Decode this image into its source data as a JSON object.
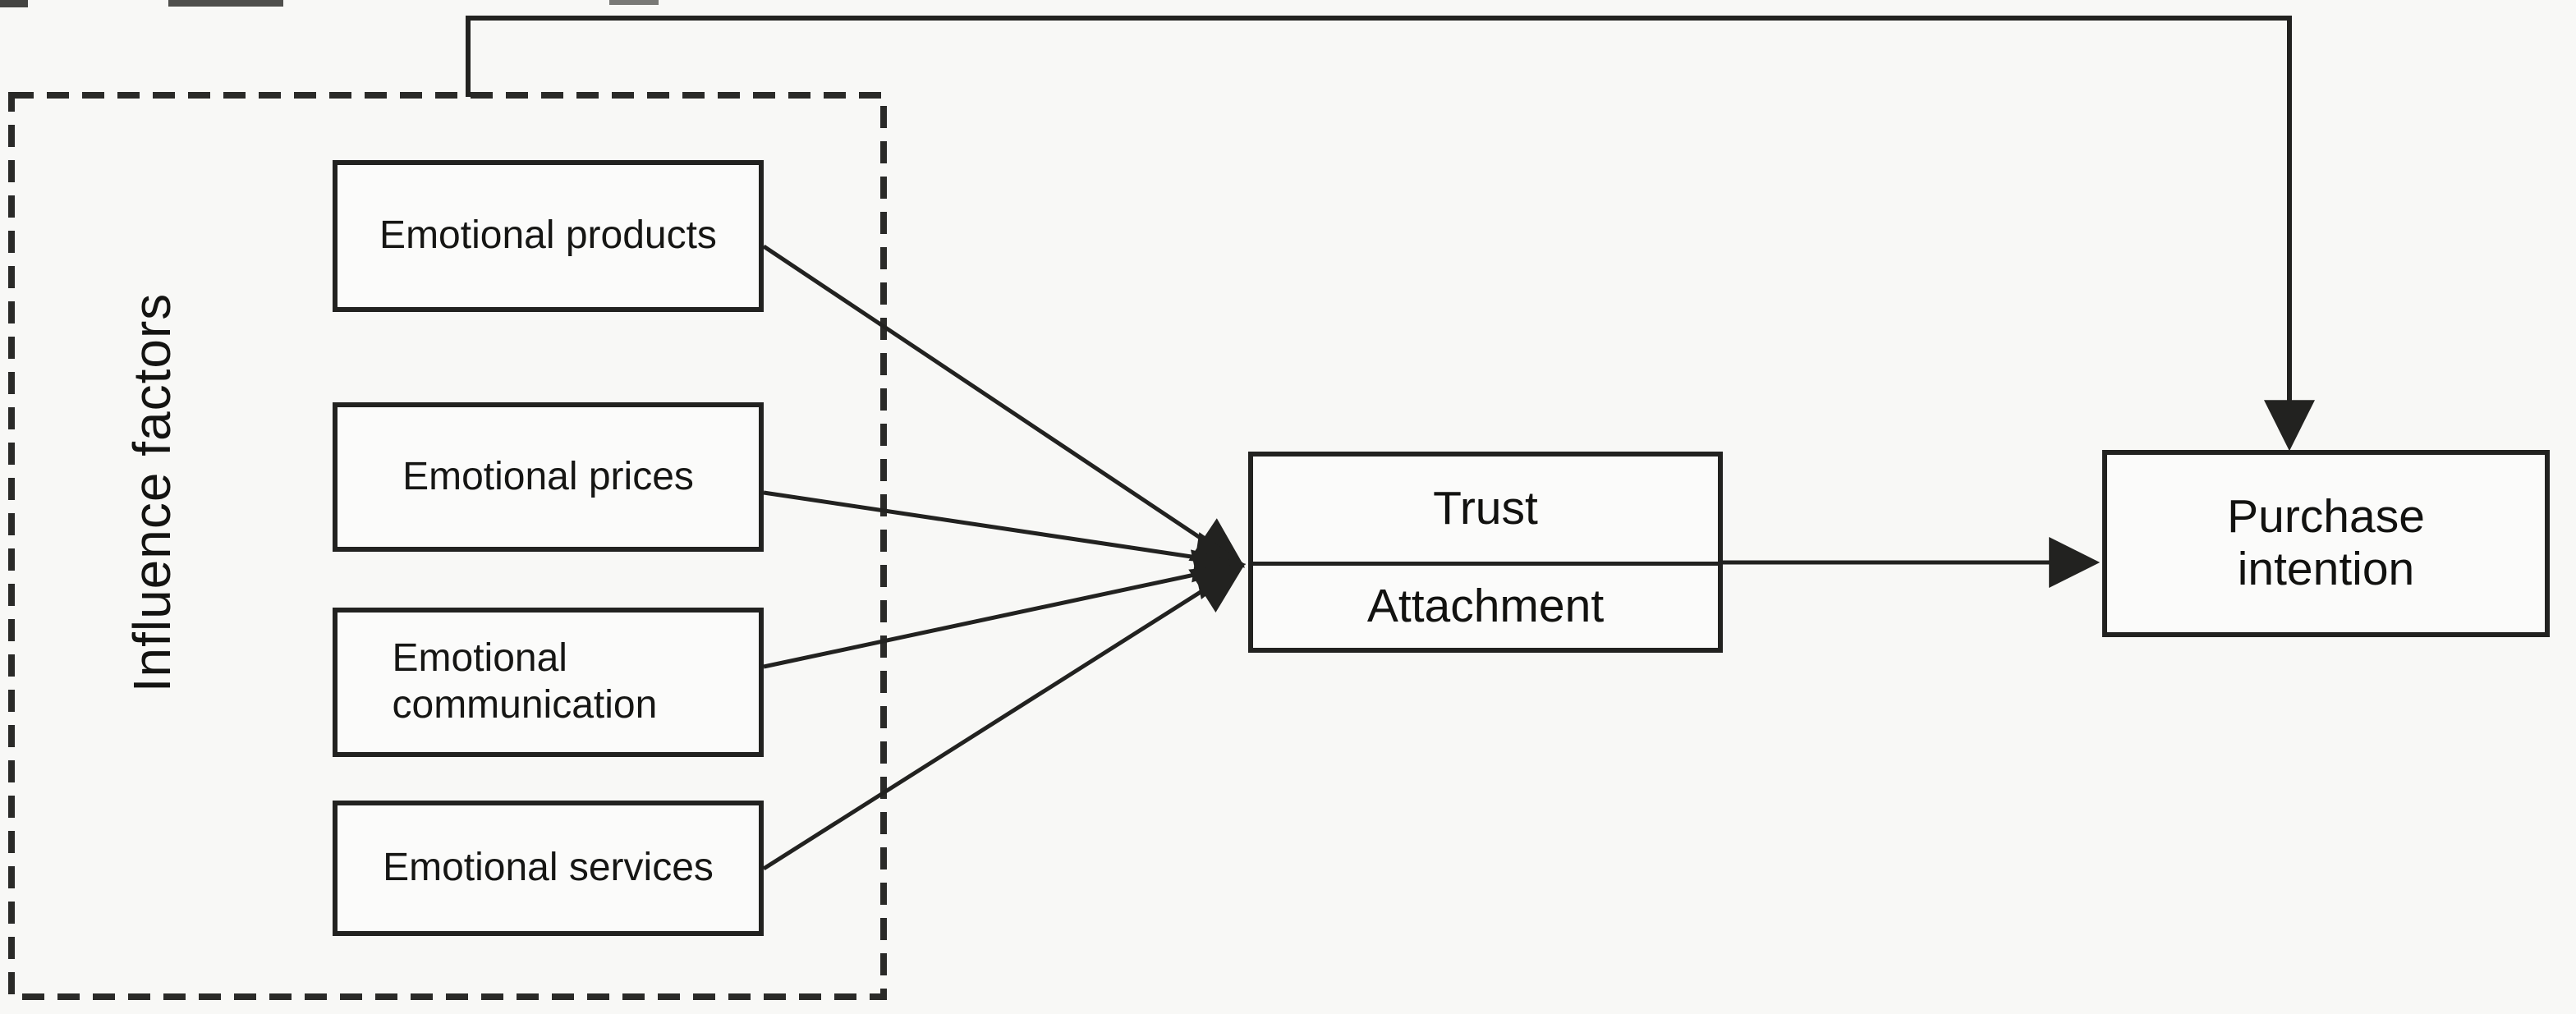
{
  "figure": {
    "influence_group": {
      "label": "Influence factors"
    },
    "factors": [
      {
        "label": "Emotional products"
      },
      {
        "label": "Emotional prices"
      },
      {
        "label": "Emotional communication"
      },
      {
        "label": "Emotional services"
      }
    ],
    "mediator": {
      "trust_label": "Trust",
      "attachment_label": "Attachment"
    },
    "outcome": {
      "label": "Purchase intention"
    },
    "colors": {
      "ink": "#222220",
      "paper": "#f8f8f6",
      "box_fill": "#fbfbfa"
    }
  }
}
